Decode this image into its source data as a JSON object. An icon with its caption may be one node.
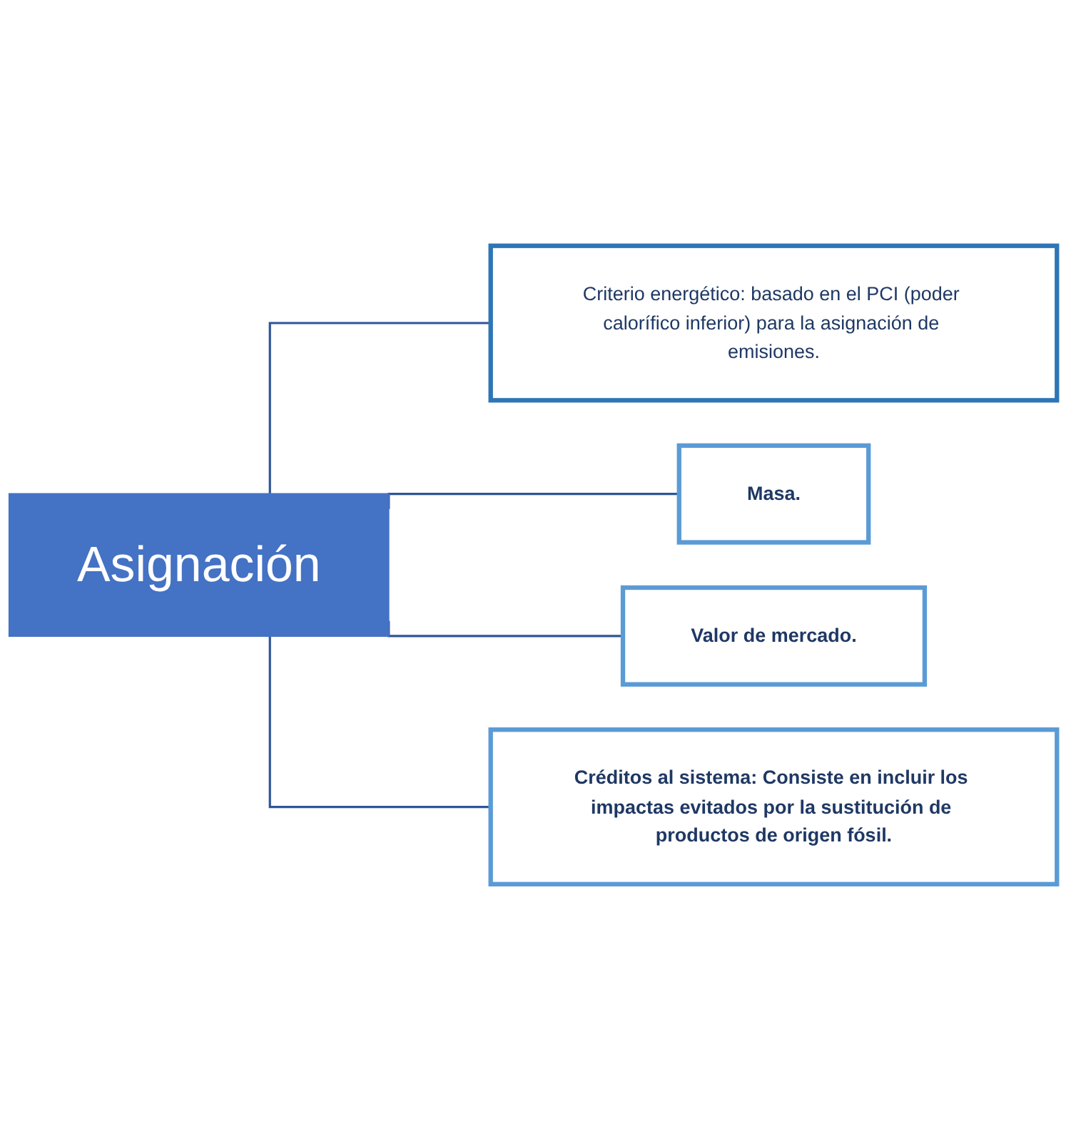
{
  "diagram": {
    "nodes": [
      {
        "text": [
          "Asignación"
        ]
      },
      {
        "text": [
          "Criterio energético: basado en el PCI (poder calorífico inferior) para la asignación de emisiones."
        ]
      },
      {
        "text": [
          "Masa."
        ]
      },
      {
        "text": [
          "Valor de mercado."
        ]
      },
      {
        "text": [
          "Créditos al sistema: Consiste en incluir los impactas evitados por la sustitución de productos de origen fósil."
        ]
      }
    ],
    "edges": [
      {
        "from": 0,
        "to": 1,
        "arrow": "none"
      },
      {
        "from": 0,
        "to": 2,
        "arrow": "none"
      },
      {
        "from": 0,
        "to": 3,
        "arrow": "none"
      },
      {
        "from": 0,
        "to": 4,
        "arrow": "none"
      }
    ]
  }
}
